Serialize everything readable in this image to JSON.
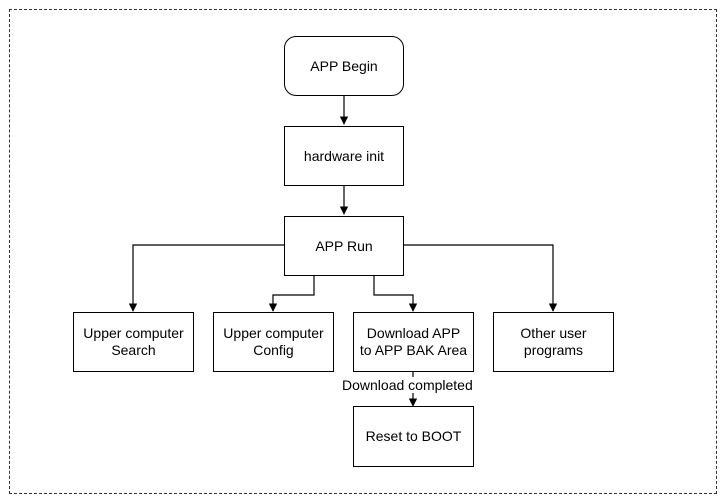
{
  "diagram": {
    "nodes": {
      "app_begin": "APP Begin",
      "hardware_init": "hardware init",
      "app_run": "APP Run",
      "upper_search": "Upper computer\nSearch",
      "upper_config": "Upper computer\nConfig",
      "download_app": "Download APP\nto APP BAK Area",
      "other_user": "Other user\nprograms",
      "reset_boot": "Reset to BOOT"
    },
    "edge_labels": {
      "download_completed": "Download completed"
    },
    "edges": [
      {
        "from": "app_begin",
        "to": "hardware_init"
      },
      {
        "from": "hardware_init",
        "to": "app_run"
      },
      {
        "from": "app_run",
        "to": "upper_search"
      },
      {
        "from": "app_run",
        "to": "upper_config"
      },
      {
        "from": "app_run",
        "to": "download_app"
      },
      {
        "from": "app_run",
        "to": "other_user"
      },
      {
        "from": "download_app",
        "to": "reset_boot",
        "label": "Download completed"
      }
    ]
  }
}
